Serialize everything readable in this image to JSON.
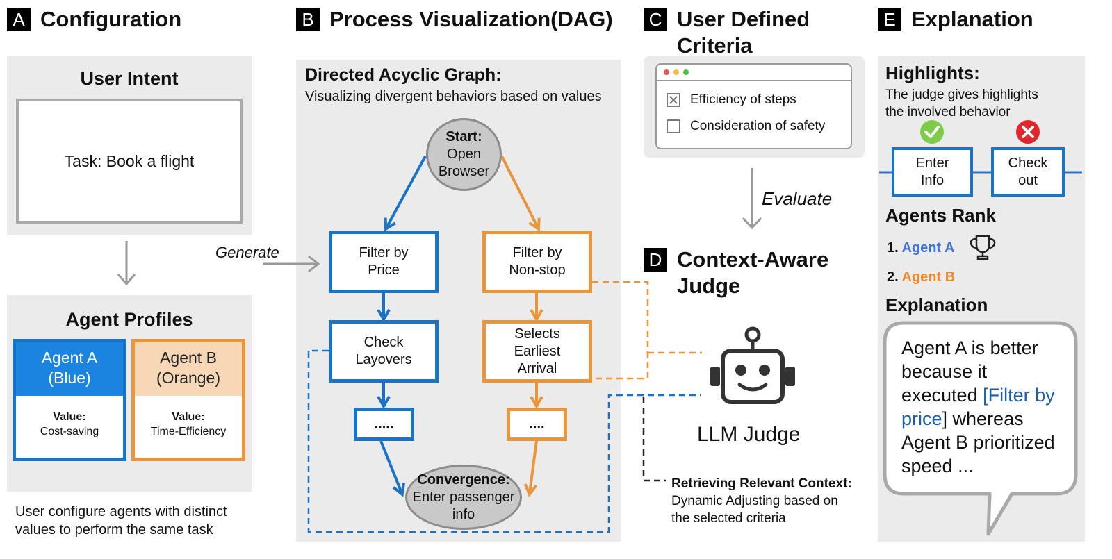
{
  "sections": {
    "a": {
      "badge": "A",
      "title": "Configuration"
    },
    "b": {
      "badge": "B",
      "title": "Process Visualization(DAG)"
    },
    "c": {
      "badge": "C",
      "title_line1": "User Defined",
      "title_line2": "Criteria"
    },
    "d": {
      "badge": "D",
      "title_line1": "Context-Aware",
      "title_line2": "Judge"
    },
    "e": {
      "badge": "E",
      "title": "Explanation"
    }
  },
  "config": {
    "user_intent_title": "User Intent",
    "task": "Task: Book a flight",
    "agent_profiles_title": "Agent Profiles",
    "agent_a": {
      "name_line1": "Agent A",
      "name_line2": "(Blue)",
      "value_label": "Value:",
      "value": "Cost-saving",
      "color": "#1b83e0"
    },
    "agent_b": {
      "name_line1": "Agent B",
      "name_line2": "(Orange)",
      "value_label": "Value:",
      "value": "Time-Efficiency",
      "color": "#f8d7b6"
    },
    "caption_line1": "User configure agents with distinct",
    "caption_line2": "values to perform the same task"
  },
  "dag": {
    "generate_label": "Generate",
    "title": "Directed Acyclic Graph:",
    "subtitle": "Visualizing divergent behaviors based on values",
    "start_label": "Start:",
    "start_line1": "Open",
    "start_line2": "Browser",
    "blue_node1_line1": "Filter by",
    "blue_node1_line2": "Price",
    "blue_node2_line1": "Check",
    "blue_node2_line2": "Layovers",
    "blue_node3": ".....",
    "orange_node1_line1": "Filter by",
    "orange_node1_line2": "Non-stop",
    "orange_node2_line1": "Selects",
    "orange_node2_line2": "Earliest",
    "orange_node2_line3": "Arrival",
    "orange_node3": "....",
    "end_label": "Convergence:",
    "end_line1": "Enter passenger",
    "end_line2": "info",
    "colors": {
      "blue": "#1b73c5",
      "orange": "#e8963c"
    }
  },
  "criteria": {
    "items": [
      {
        "label": "Efficiency of steps",
        "checked": true
      },
      {
        "label": "Consideration of safety",
        "checked": false
      }
    ],
    "evaluate_label": "Evaluate"
  },
  "judge": {
    "name": "LLM Judge",
    "context_title": "Retrieving Relevant Context:",
    "context_line1": "Dynamic Adjusting based on",
    "context_line2": "the selected criteria"
  },
  "explanation": {
    "highlights_title": "Highlights:",
    "highlights_line1": "The judge gives highlights",
    "highlights_line2": "the involved behavior",
    "node1_line1": "Enter",
    "node1_line2": "Info",
    "node2_line1": "Check",
    "node2_line2": "out",
    "rank_title": "Agents Rank",
    "rank": [
      {
        "num": "1.",
        "name": "Agent A",
        "color": "#3f73d6"
      },
      {
        "num": "2.",
        "name": "Agent B",
        "color": "#ec8a2e"
      }
    ],
    "explanation_title": "Explanation",
    "bubble_line1": "Agent A is better",
    "bubble_line2": "because it",
    "bubble_line3_pre": "executed ",
    "bubble_highlight_1": "[Filter by",
    "bubble_highlight_2": "price",
    "bubble_line4_post": "] whereas",
    "bubble_line5": "Agent B prioritized",
    "bubble_line6": "speed ..."
  }
}
